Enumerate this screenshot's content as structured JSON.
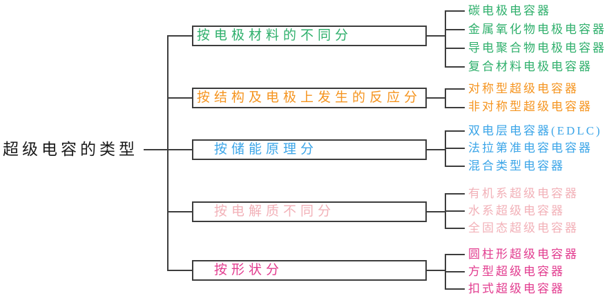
{
  "root": {
    "label": "超级电容的类型"
  },
  "line_color": "#3c3c3c",
  "branches": [
    {
      "label": "按电极材料的不同分",
      "color": "#2eaf6b",
      "leaves": [
        "碳电极电容器",
        "金属氧化物电极电容器",
        "导电聚合物电极电容器",
        "复合材料电极电容器"
      ]
    },
    {
      "label": "按结构及电极上发生的反应分",
      "color": "#f5941f",
      "leaves": [
        "对称型超级电容器",
        "非对称型超级电容器"
      ]
    },
    {
      "label": "按储能原理分",
      "color": "#3ba5e8",
      "leaves": [
        "双电层电容器(EDLC)",
        "法拉第准电容电容器",
        "混合类型电容器"
      ]
    },
    {
      "label": "按电解质不同分",
      "color": "#f2b1b8",
      "leaves": [
        "有机系超级电容器",
        "水系超级电容器",
        "全固态超级电容器"
      ]
    },
    {
      "label": "按形状分",
      "color": "#e23c8f",
      "leaves": [
        "圆柱形超级电容器",
        "方型超级电容器",
        "扣式超级电容器"
      ]
    }
  ]
}
